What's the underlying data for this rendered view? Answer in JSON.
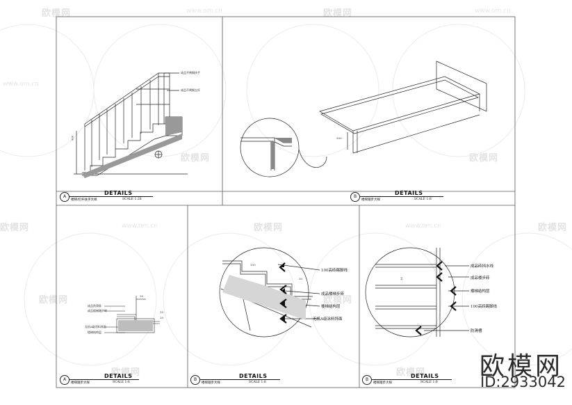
{
  "watermark": {
    "brand": "欧模网",
    "url": "www.om.cn"
  },
  "panels": {
    "p1": {
      "title": "DETAILS",
      "circle": "A",
      "name": "楼梯/栏杆扶手大样",
      "scale": "SCALE 1:28",
      "notes": [
        "成品不锈钢扶手",
        "成品不锈钢立杆"
      ],
      "dim": "900"
    },
    "p2": {
      "title": "DETAILS",
      "circle": "B",
      "name": "楼梯踏步大样",
      "scale": "SCALE 1:8",
      "dim": "300"
    },
    "p3": {
      "title": "DETAILS",
      "circle": "A",
      "name": "楼梯踏步大样",
      "scale": "SCALE 1:6",
      "notes": [
        "成品防滑条",
        "成品楼梯踏步砖",
        "无机A级涂料饰面",
        "楼梯结构层"
      ],
      "dims": [
        "30",
        "10",
        "20"
      ]
    },
    "p4": {
      "title": "DETAILS",
      "circle": "B",
      "name": "楼梯踏步大样",
      "scale": "SCALE 1:8",
      "notes": [
        "100高砖踢脚线",
        "成品楼梯步砖",
        "楼梯结构层",
        "无机A级涂料饰面"
      ],
      "dims": [
        "150",
        "30"
      ]
    },
    "p5": {
      "title": "DETAILS",
      "circle": "B",
      "name": "楼梯踏步大样",
      "scale": "SCALE 1:8",
      "notes": [
        "成品砖挡水线",
        "成品楼步砖",
        "楼梯结构层",
        "100高砖踢脚线",
        "防滑槽"
      ],
      "dims": [
        "30"
      ]
    }
  },
  "brand": {
    "name": "欧模网",
    "id": "ID:2933042"
  }
}
